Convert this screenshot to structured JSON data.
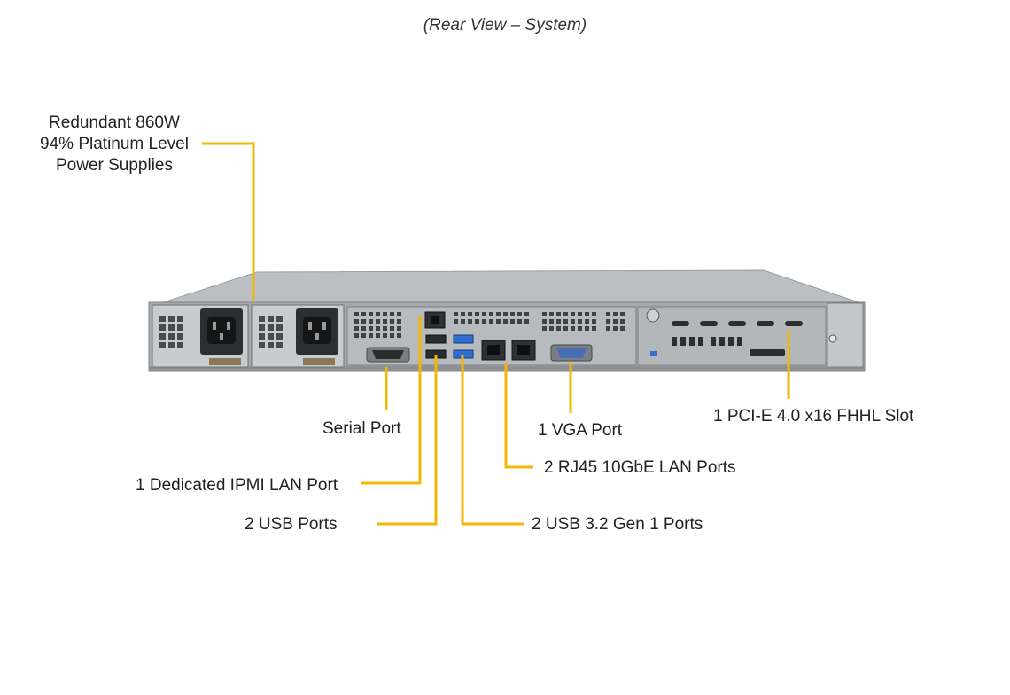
{
  "caption": "(Rear View – System)",
  "callouts": {
    "power_supplies": [
      "Redundant 860W",
      "94% Platinum Level",
      "Power Supplies"
    ],
    "serial_port": "Serial Port",
    "ipmi_lan": "1 Dedicated IPMI LAN Port",
    "usb_ports": "2 USB Ports",
    "vga_port": "1 VGA Port",
    "rj45_lan": "2 RJ45 10GbE LAN Ports",
    "usb32_ports": "2 USB 3.2 Gen 1 Ports",
    "pcie_slot": "1 PCI-E 4.0 x16 FHHL Slot"
  },
  "colors": {
    "leader_line": "#f2b705",
    "chassis_top": "#b9bcbf",
    "chassis_face": "#a9adb1",
    "usb3_blue": "#2f6fd0",
    "vga_blue": "#4a6fb5",
    "psu_handle": "#8a7a5a"
  }
}
